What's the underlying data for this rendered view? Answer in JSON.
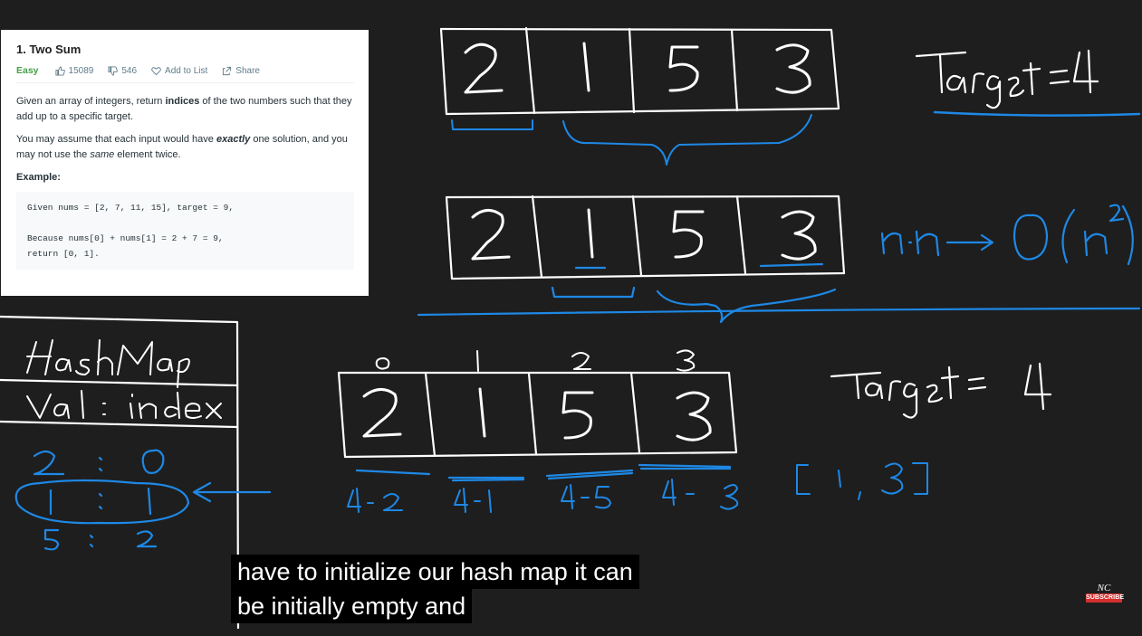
{
  "problem": {
    "title": "1. Two Sum",
    "difficulty": "Easy",
    "likes": "15089",
    "dislikes": "546",
    "add_to_list": "Add to List",
    "share": "Share",
    "desc1_pre": "Given an array of integers, return ",
    "desc1_bold": "indices",
    "desc1_post": " of the two numbers such that they add up to a specific target.",
    "desc2_pre": "You may assume that each input would have ",
    "desc2_bold": "exactly",
    "desc2_mid": " one solution, and you may not use the ",
    "desc2_em": "same",
    "desc2_post": " element twice.",
    "example_label": "Example:",
    "code_line1": "Given nums = [2, 7, 11, 15], target = 9,",
    "code_line2": "Because nums[0] + nums[1] = 2 + 7 = 9,",
    "code_line3": "return [0, 1]."
  },
  "whiteboard": {
    "target_top": "Target = 4",
    "complexity": "n·n → O(n²)",
    "hashmap_title": "HashMap",
    "hashmap_header": "Val : index",
    "array": [
      "2",
      "1",
      "5",
      "3"
    ],
    "indices": [
      "0",
      "1",
      "2",
      "3"
    ],
    "target_mid": "Target = 4",
    "diffs": [
      "4-2",
      "4-1",
      "4-5",
      "4-3"
    ],
    "result": "[1, 3]",
    "hashmap_rows": [
      {
        "val": "2",
        "idx": "0"
      },
      {
        "val": "1",
        "idx": "1"
      },
      {
        "val": "5",
        "idx": "2"
      }
    ],
    "colors": {
      "ink": "#ffffff",
      "blue": "#1e88e5",
      "background": "#1e1e1e"
    }
  },
  "caption": {
    "line1": "have to initialize our hash map it can",
    "line2": "be initially empty and"
  },
  "branding": {
    "logo": "NC",
    "subscribe": "SUBSCRIBE"
  }
}
